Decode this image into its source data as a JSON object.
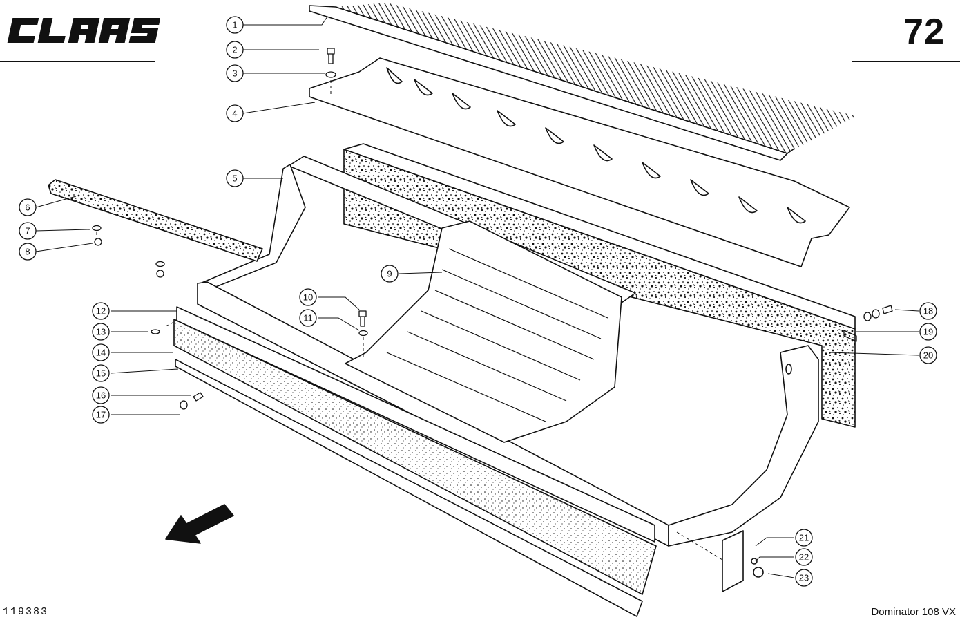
{
  "header": {
    "brand": "CLAAS",
    "page_number": "72"
  },
  "footer": {
    "document_number": "119383",
    "model": "Dominator 108 VX"
  },
  "callouts": [
    "1",
    "2",
    "3",
    "4",
    "5",
    "6",
    "7",
    "8",
    "9",
    "10",
    "11",
    "12",
    "13",
    "14",
    "15",
    "16",
    "17",
    "18",
    "19",
    "20",
    "21",
    "22",
    "23"
  ],
  "colors": {
    "ink": "#111111",
    "paper": "#ffffff"
  }
}
